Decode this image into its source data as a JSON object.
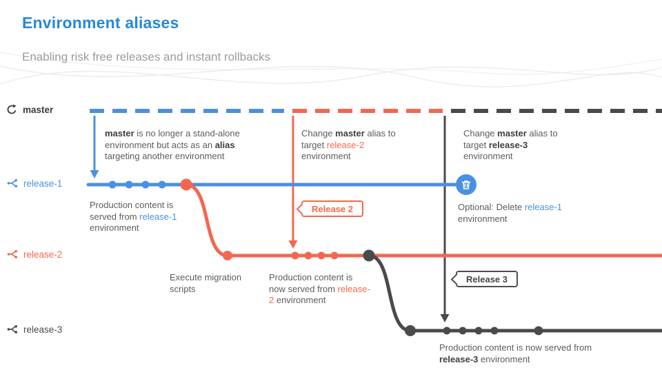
{
  "header": {
    "title": "Environment aliases",
    "subtitle": "Enabling risk free releases and instant rollbacks"
  },
  "branches": {
    "master": {
      "label": "master"
    },
    "release1": {
      "label": "release-1"
    },
    "release2": {
      "label": "release-2"
    },
    "release3": {
      "label": "release-3"
    }
  },
  "flags": {
    "release2_label": "Release 2",
    "release3_label": "Release 3"
  },
  "annotations": {
    "master_alias": {
      "t1": "master",
      "t2": " is no longer a stand-alone environment but acts as an ",
      "t3": "alias",
      "t4": " targeting another environment"
    },
    "change_to_r2": {
      "t1": "Change ",
      "t2": "master",
      "t3": " alias to target ",
      "t4": "release-2",
      "t5": " environment"
    },
    "change_to_r3": {
      "t1": "Change ",
      "t2": "master",
      "t3": " alias to target ",
      "t4": "release-3",
      "t5": " environment"
    },
    "prod_r1": {
      "t1": "Production content is served from ",
      "t2": "release-1",
      "t3": " environment"
    },
    "migration": {
      "t1": "Execute migration scripts"
    },
    "prod_r2": {
      "t1": "Production content is now served from ",
      "t2": "release-2",
      "t3": " environment"
    },
    "delete_r1": {
      "t1": "Optional: Delete ",
      "t2": "release-1",
      "t3": " environment"
    },
    "prod_r3": {
      "t1": "Production content is now served from ",
      "t2": "release-3",
      "t3": " environment"
    }
  },
  "icons": {
    "master_icon": "alias-icon",
    "branch_icon": "branch-icon",
    "delete_icon": "trash-icon"
  },
  "colors": {
    "blue": "#4A90E2",
    "coral": "#F4674E",
    "dark": "#4A4A4A",
    "title_blue": "#2787DC",
    "body_text": "#5C5C5C",
    "subtitle_gray": "#9B9B9B"
  }
}
